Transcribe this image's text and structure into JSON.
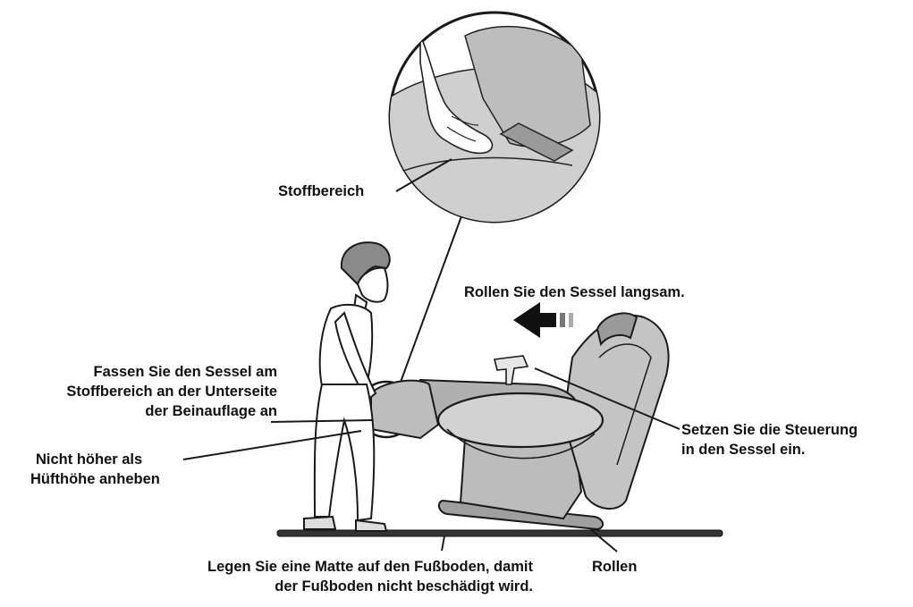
{
  "labels": {
    "fabric_area": "Stoffbereich",
    "roll_slowly": "Rollen Sie den Sessel langsam.",
    "grip": {
      "line1": "Fassen Sie den Sessel am",
      "line2": "Stoffbereich an der Unterseite",
      "line3": "der Beinauflage an"
    },
    "lift": {
      "line1": "Nicht höher als",
      "line2": "Hüfthöhe anheben"
    },
    "controller": {
      "line1": "Setzen Sie die Steuerung",
      "line2": "in den Sessel ein."
    },
    "mat": {
      "line1": "Legen Sie eine Matte auf den Fußboden, damit",
      "line2": "der Fußboden nicht beschädigt wird."
    },
    "wheels": "Rollen"
  },
  "icons": [
    "detail-magnifier-circle",
    "direction-arrow-left-icon",
    "person-figure",
    "massage-chair"
  ],
  "colors": {
    "chair_fill": "#c9c9c9",
    "chair_dark": "#8c8c8c",
    "outline": "#1a1a1a",
    "floor": "#333333"
  }
}
